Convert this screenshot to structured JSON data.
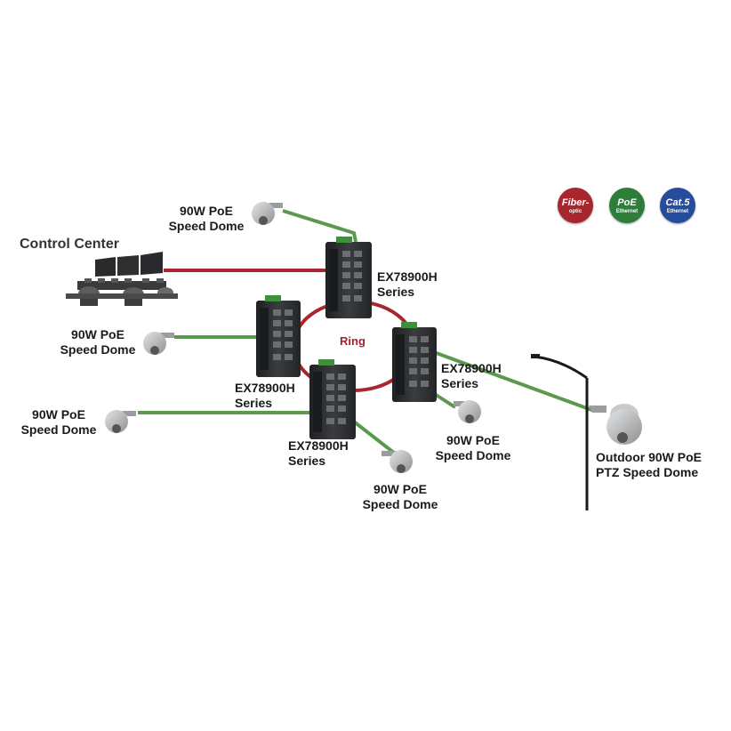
{
  "labels": {
    "control_center": "Control Center",
    "ring": "Ring",
    "switch_line1": "EX78900H",
    "switch_line2": "Series",
    "dome_line1": "90W PoE",
    "dome_line2": "Speed Dome",
    "outdoor_line1": "Outdoor 90W PoE",
    "outdoor_line2": "PTZ Speed Dome"
  },
  "legend": [
    {
      "main": "Fiber-",
      "sub": "optic",
      "color": "#a8262e",
      "icon": "fiber-optic-badge"
    },
    {
      "main": "PoE",
      "sub": "Ethernet",
      "color": "#2e7d3a",
      "icon": "poe-badge"
    },
    {
      "main": "Cat.5",
      "sub": "Ethernet",
      "color": "#264d9c",
      "icon": "cat5-badge"
    }
  ],
  "colors": {
    "fiber": "#a8262e",
    "poe": "#5b9a4e",
    "switch_body": "#2b2d2f",
    "camera": "#b7b9bb"
  }
}
